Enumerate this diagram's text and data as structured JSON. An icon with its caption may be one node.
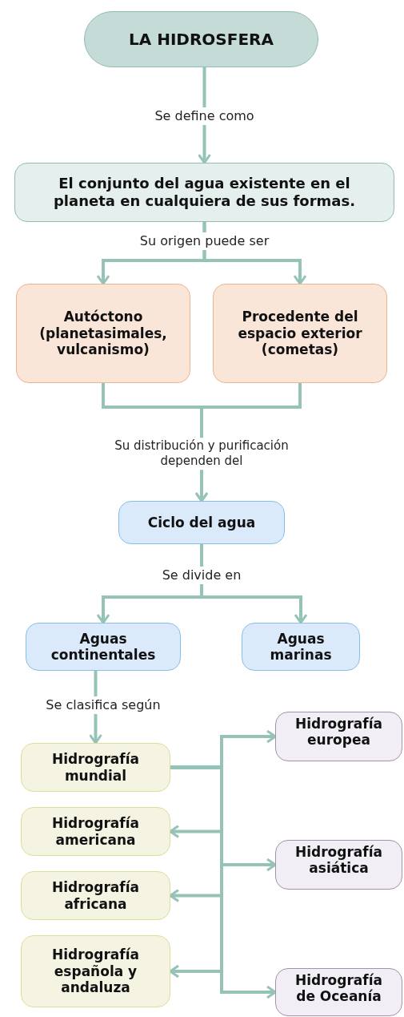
{
  "diagram": {
    "nodes": [
      {
        "text": [
          "LA HIDROSFERA"
        ]
      },
      {
        "text": [
          "El conjunto del agua existente en el planeta en cualquiera de sus formas."
        ]
      },
      {
        "text": [
          "Autóctono (planetasimales, vulcanismo)"
        ]
      },
      {
        "text": [
          "Procedente del espacio exterior (cometas)"
        ]
      },
      {
        "text": [
          "Ciclo del agua"
        ]
      },
      {
        "text": [
          "Aguas continentales"
        ]
      },
      {
        "text": [
          "Aguas marinas"
        ]
      },
      {
        "text": [
          "Hidrografía mundial"
        ]
      },
      {
        "text": [
          "Hidrografía americana"
        ]
      },
      {
        "text": [
          "Hidrografía africana"
        ]
      },
      {
        "text": [
          "Hidrografía española y andaluza"
        ]
      },
      {
        "text": [
          "Hidrografía europea"
        ]
      },
      {
        "text": [
          "Hidrografía asiática"
        ]
      },
      {
        "text": [
          "Hidrografía de Oceanía"
        ]
      }
    ],
    "edges": [
      {
        "from": 0,
        "to": 1,
        "arrow": "to",
        "label": "Se define como"
      },
      {
        "from": 1,
        "to": 2,
        "arrow": "to",
        "label": "Su origen puede ser"
      },
      {
        "from": 1,
        "to": 3,
        "arrow": "to"
      },
      {
        "from": 2,
        "to": 4,
        "arrow": "to",
        "label": "Su distribución y purificación dependen del"
      },
      {
        "from": 3,
        "to": 4,
        "arrow": "to"
      },
      {
        "from": 4,
        "to": 5,
        "arrow": "to",
        "label": "Se divide en"
      },
      {
        "from": 4,
        "to": 6,
        "arrow": "to"
      },
      {
        "from": 5,
        "to": 7,
        "arrow": "to",
        "label": "Se clasifica según"
      },
      {
        "from": 7,
        "to": 11,
        "arrow": "to"
      },
      {
        "from": 7,
        "to": 8,
        "arrow": "to"
      },
      {
        "from": 7,
        "to": 12,
        "arrow": "to"
      },
      {
        "from": 7,
        "to": 9,
        "arrow": "to"
      },
      {
        "from": 7,
        "to": 10,
        "arrow": "to"
      },
      {
        "from": 7,
        "to": 13,
        "arrow": "to"
      }
    ]
  }
}
